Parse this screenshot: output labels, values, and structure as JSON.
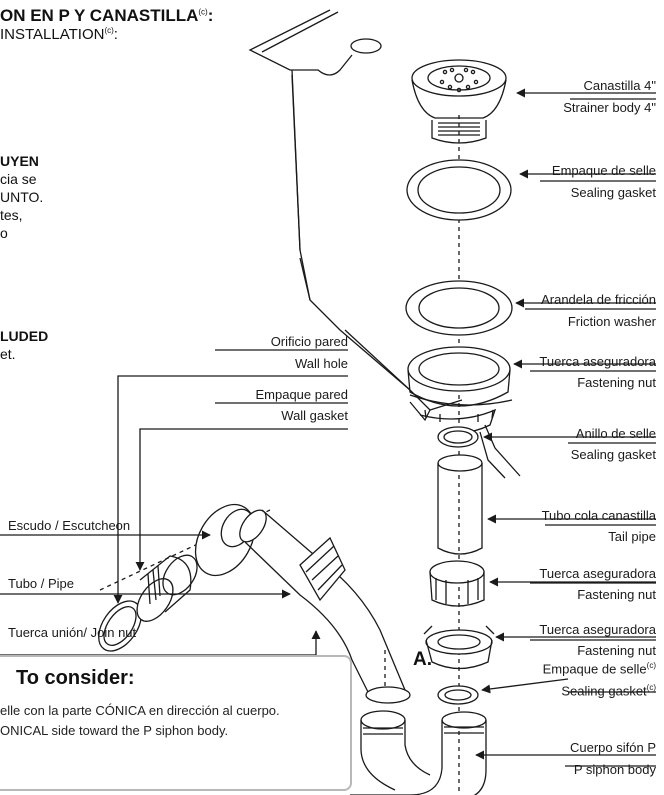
{
  "header": {
    "title": "ON EN P Y CANASTILLA",
    "title_mark": "(c)",
    "title_end": ":",
    "subtitle": "INSTALLATION",
    "subtitle_mark": "(c)",
    "subtitle_end": ":"
  },
  "side_fragments": {
    "block1": [
      "UYEN",
      "cia se",
      "UNTO.",
      "tes,",
      "o"
    ],
    "block2": [
      "LUDED",
      "et."
    ]
  },
  "labels": {
    "strainer_es": "Canastilla 4\"",
    "strainer_en": "Strainer body 4\"",
    "sealing_es": "Empaque de selle",
    "sealing_en": "Sealing gasket",
    "friction_es": "Arandela de fricción",
    "friction_en": "Friction washer",
    "fasten1_es": "Tuerca aseguradora",
    "fasten1_en": "Fastening nut",
    "ring_es": "Anillo de selle",
    "ring_en": "Sealing gasket",
    "tail_es": "Tubo cola canastilla",
    "tail_en": "Tail pipe",
    "fasten2_es": "Tuerca aseguradora",
    "fasten2_en": "Fastening nut",
    "fasten3_es": "Tuerca aseguradora",
    "fasten3_en": "Fastening nut",
    "gasket_es": "Empaque de selle",
    "gasket_en": "Sealing gasket",
    "gasket_mark": "(c)",
    "siphon_es": "Cuerpo sifón P",
    "siphon_en": "P siphon body",
    "wallhole_es": "Orificio pared",
    "wallhole_en": "Wall hole",
    "wallgasket_es": "Empaque pared",
    "wallgasket_en": "Wall gasket",
    "escutcheon": "Escudo / Escutcheon",
    "pipe": "Tubo / Pipe",
    "joinnut": "Tuerca unión/ Join nut"
  },
  "marker": "A.",
  "note": {
    "title": "To consider:",
    "line1": "elle con la parte CÓNICA en dirección al cuerpo.",
    "line2": "ONICAL side toward the P siphon body."
  },
  "colors": {
    "line": "#1a1a1a",
    "part_fill": "#ffffff",
    "note_border": "#b8b8b8"
  }
}
